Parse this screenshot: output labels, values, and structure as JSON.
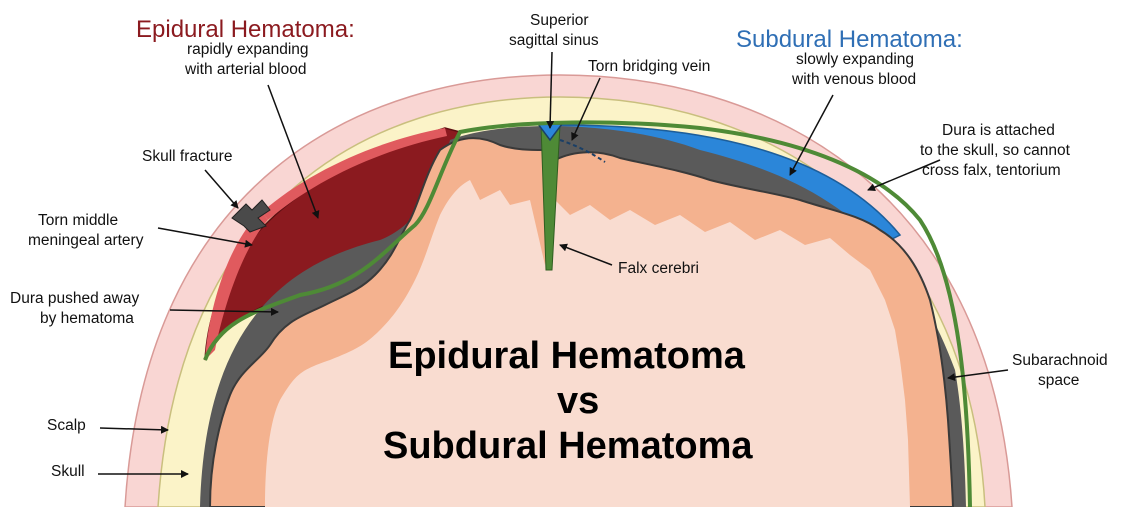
{
  "headings": {
    "epidural": {
      "title": "Epidural Hematoma:",
      "line1": "rapidly expanding",
      "line2": "with arterial blood"
    },
    "subdural": {
      "title": "Subdural Hematoma:",
      "line1": "slowly expanding",
      "line2": "with venous blood"
    }
  },
  "labels": {
    "superior_sinus": {
      "line1": "Superior",
      "line2": "sagittal sinus"
    },
    "torn_bridging_vein": "Torn bridging vein",
    "dura_attached": {
      "line1": "Dura is attached",
      "line2": "to the skull, so cannot",
      "line3": "cross falx, tentorium"
    },
    "skull_fracture": "Skull fracture",
    "torn_artery": {
      "line1": "Torn middle",
      "line2": "meningeal artery"
    },
    "falx_cerebri": "Falx cerebri",
    "dura_pushed": {
      "line1": "Dura pushed away",
      "line2": "by hematoma"
    },
    "subarachnoid": {
      "line1": "Subarachnoid",
      "line2": "space"
    },
    "scalp": "Scalp",
    "skull": "Skull"
  },
  "center_title": {
    "line1": "Epidural Hematoma",
    "line2": "vs",
    "line3": "Subdural Hematoma"
  },
  "colors": {
    "scalp": "#f9d6d3",
    "skull": "#fbf3c8",
    "epidural_blood": "#8b1a1f",
    "epidural_edge": "#e05a5e",
    "subdural_blood": "#2b86d9",
    "dura": "#4e8a36",
    "subarachnoid": "#5a5a5a",
    "brain_gyri": "#f4b28f",
    "brain_interior": "#f9dcd0",
    "epidural_heading": "#8b1a1f",
    "subdural_heading": "#2f6fb5"
  }
}
